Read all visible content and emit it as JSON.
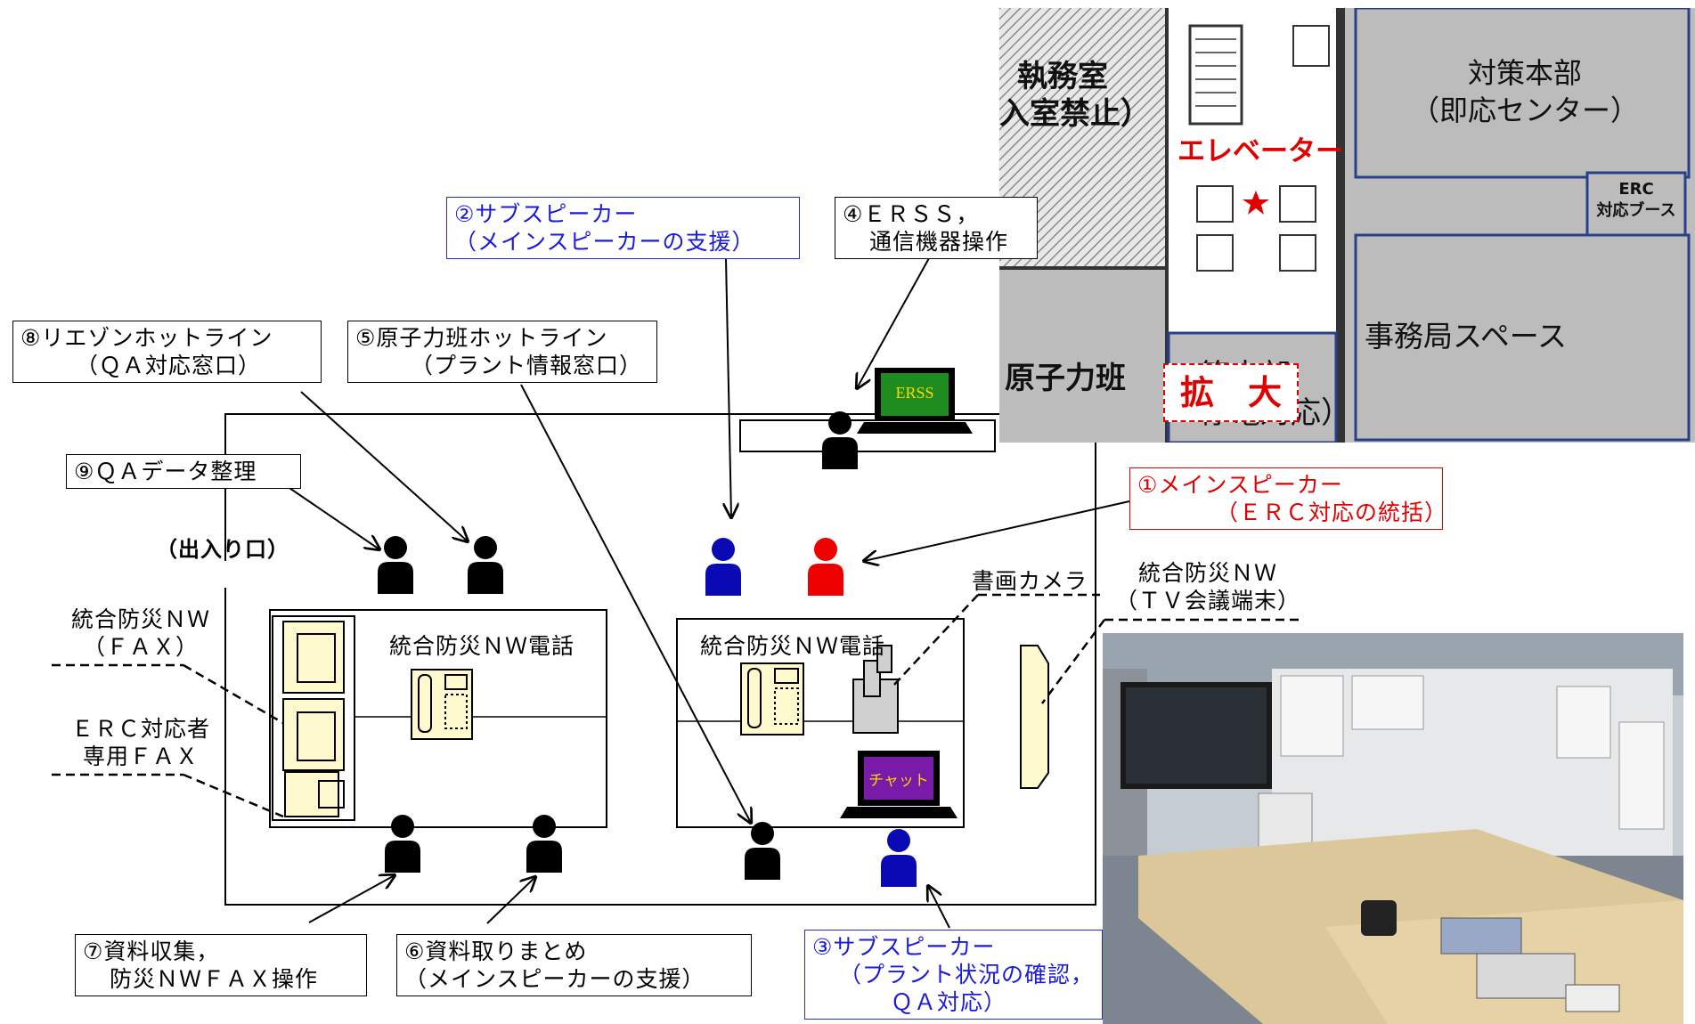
{
  "labels": {
    "l2": {
      "line1": "②サブスピーカー",
      "line2": "（メインスピーカーの支援）"
    },
    "l4": {
      "line1": "④ＥＲＳＳ，",
      "line2": "通信機器操作"
    },
    "l8": {
      "line1": "⑧リエゾンホットライン",
      "line2": "（ＱＡ対応窓口）"
    },
    "l5": {
      "line1": "⑤原子力班ホットライン",
      "line2": "（プラント情報窓口）"
    },
    "l9": {
      "line1": "⑨ＱＡデータ整理"
    },
    "l1": {
      "line1": "①メインスピーカー",
      "line2": "（ＥＲＣ対応の統括）"
    },
    "l7": {
      "line1": "⑦資料収集，",
      "line2": "防災ＮＷＦＡＸ操作"
    },
    "l6": {
      "line1": "⑥資料取りまとめ",
      "line2": "（メインスピーカーの支援）"
    },
    "l3": {
      "line1": "③サブスピーカー",
      "line2": "（プラント状況の確認，",
      "line3": "ＱＡ対応）"
    }
  },
  "plain": {
    "entrance": "（出入り口）",
    "fax_nw": {
      "line1": "統合防災ＮＷ",
      "line2": "（ＦＡＸ）"
    },
    "fax_erc": {
      "line1": "ＥＲＣ対応者",
      "line2": "専用ＦＡＸ"
    },
    "phone_left": "統合防災ＮＷ電話",
    "phone_right": "統合防災ＮＷ電話",
    "doc_camera": "書画カメラ",
    "tv": {
      "line1": "統合防災ＮＷ",
      "line2": "（ＴＶ会議端末）"
    }
  },
  "screens": {
    "erss": "ERSS",
    "chat": "チャット"
  },
  "map": {
    "room_left": {
      "line1": "執務室",
      "line2": "入室禁止）"
    },
    "hq_top": {
      "line1": "対策本部",
      "line2": "（即応センター）"
    },
    "elevator": "エレベーター",
    "erc_booth": {
      "line1": "ERC",
      "line2": "対応ブース"
    },
    "nuclear": "原子力班",
    "hq_bottom": {
      "line1": "策本部",
      "line2": "停電対応）"
    },
    "secretariat": "事務局スペース",
    "zoom": "拡　大"
  },
  "colors": {
    "blue": "#1a1adc",
    "red": "#e00000",
    "device_fill": "#fffacd",
    "screen_green": "#1e8c1e",
    "screen_purple": "#7a1aa8"
  }
}
